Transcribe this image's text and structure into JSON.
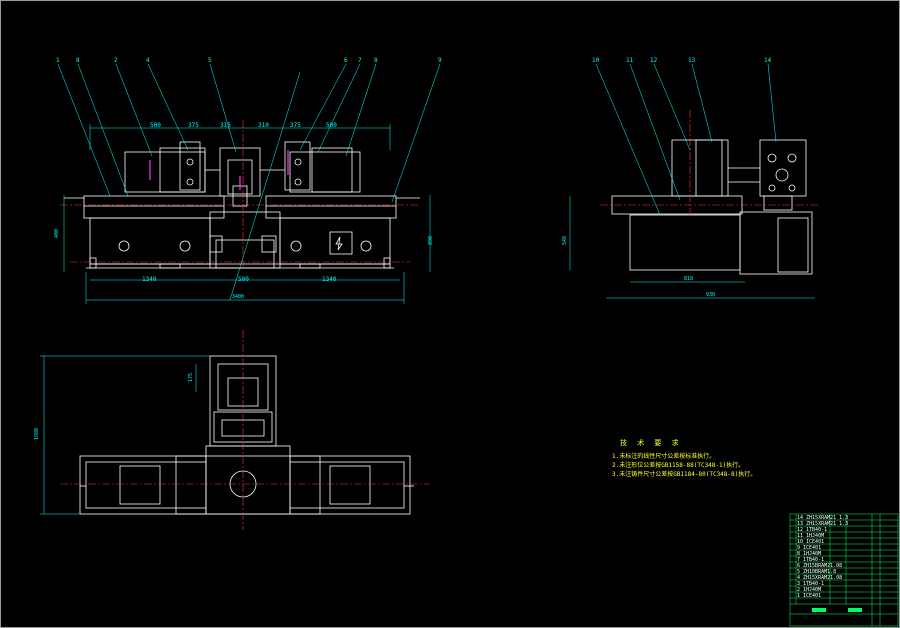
{
  "drawing": {
    "background": "#000000",
    "colors": {
      "outline": "#ffffff",
      "dimension": "#00ffff",
      "centerline": "#ff3333",
      "text": "#ffff33",
      "magenta": "#ff33ff",
      "table": "#00ff66"
    }
  },
  "front_view": {
    "balloons": [
      "1",
      "8",
      "2",
      "4",
      "5",
      "6",
      "7",
      "8",
      "9"
    ],
    "dims_top": [
      "500",
      "375",
      "315",
      "310",
      "375",
      "500"
    ],
    "dims_bottom": [
      "1340",
      "500",
      "1340"
    ],
    "overall_width": "3400",
    "dim_left_height": "400",
    "dim_right_height": "890"
  },
  "side_view": {
    "balloons": [
      "10",
      "11",
      "12",
      "13",
      "14"
    ],
    "dim_overall": "930",
    "dim_inner": "818",
    "dim_height": "548"
  },
  "plan_view": {
    "dim_height": "1980",
    "dim_small": "175"
  },
  "notes": {
    "title": "技 术 要 求",
    "lines": [
      "1.未标注的线性尺寸公差按标准执行。",
      "2.未注形位公差按GB1158-88(TC348-1)执行。",
      "3.未注铸件尺寸公差按GB1184-80(TC348-8)执行。"
    ]
  },
  "title_block": {
    "rows": [
      "14 ZH15XRAM21 1.3",
      "13 ZH15XRAM21 1.3",
      "12 1TB40-1",
      "11 1HJ40M",
      "10 ICE401",
      "9 ICE401",
      "8 1HJ40M",
      "7 1TB40-1",
      "6 ZH15BRAM21.08",
      "5 ZH10BRAM1.8",
      "4 ZH15XRAM21.08",
      "3 1TB40-1",
      "2 1HJ40M",
      "1 ICE401"
    ]
  }
}
